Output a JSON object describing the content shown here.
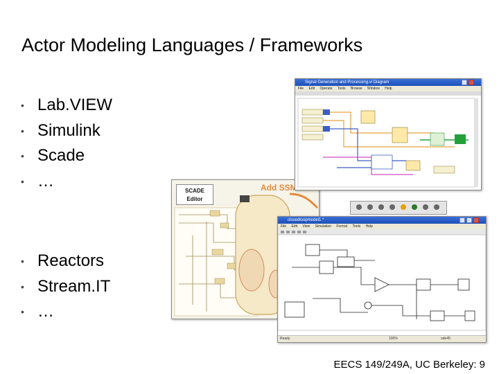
{
  "slide": {
    "title": "Actor Modeling Languages / Frameworks",
    "footer": "EECS 149/249A, UC Berkeley: 9"
  },
  "bullets_group1": [
    "Lab.VIEW",
    "Simulink",
    "Scade",
    "…"
  ],
  "bullets_group2": [
    "Reactors",
    "Stream.IT",
    "…"
  ],
  "bullet_glyph": "•",
  "labview_window": {
    "title": "Signal Generation and Processing.vi Diagram",
    "menu": [
      "File",
      "Edit",
      "Operate",
      "Tools",
      "Browse",
      "Window",
      "Help"
    ]
  },
  "scade_window": {
    "badge_line1": "SCADE",
    "badge_line2": "Editor",
    "overlay_text": "Add SSM"
  },
  "simulink_window": {
    "title": "closedloopmodel1 *",
    "menu": [
      "File",
      "Edit",
      "View",
      "Simulation",
      "Format",
      "Tools",
      "Help"
    ],
    "status_left": "Ready",
    "status_mid": "100%",
    "status_right": "ode45"
  },
  "colors": {
    "labview_orange": "#e9a23b",
    "labview_blue": "#3d5dc4",
    "labview_green": "#22a03a",
    "labview_pink": "#d04bbf",
    "scade_accent": "#e48a3c",
    "titlebar_blue": "#1c4fb8"
  }
}
